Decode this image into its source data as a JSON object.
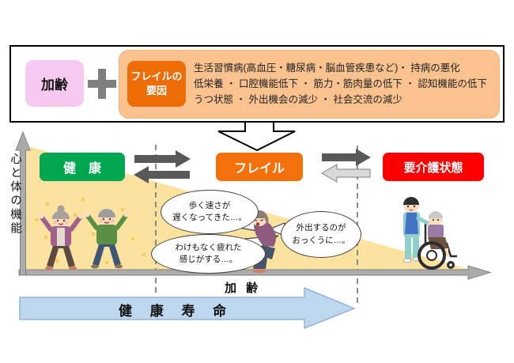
{
  "top_box": {
    "aging_label": "加齢",
    "plus_icon": "plus",
    "factor_badge": {
      "line1": "フレイルの",
      "line2": "要因"
    },
    "factors": [
      "生活習慣病(高血圧・糖尿病・脳血管疾患など)・ 持病の悪化",
      "低栄養 ・ 口腔機能低下 ・ 筋力・筋肉量の低下 ・ 認知機能の低下",
      "うつ状態 ・ 外出機会の減少 ・ 社会交流の減少"
    ]
  },
  "diagram": {
    "y_axis_label": "心と体の機能",
    "x_axis_label": "加 齢",
    "healthy_life_label": "健 康 寿 命",
    "stages": [
      {
        "label": "健　康",
        "color": "#00A650"
      },
      {
        "label": "フレイル",
        "color": "#F4700B"
      },
      {
        "label": "要介護状態",
        "color": "#FE0000"
      }
    ],
    "speech_bubbles": [
      {
        "line1": "歩く速さが",
        "line2": "遅くなってきた…。"
      },
      {
        "line1": "わけもなく疲れた",
        "line2": "感じがする…。"
      },
      {
        "line1": "外出するのが",
        "line2": "おっくうに…。"
      }
    ],
    "illustrations": [
      "healthy-elderly-woman",
      "healthy-elderly-man",
      "frail-woman-crouching",
      "caregiver-pushing-wheelchair"
    ]
  },
  "colors": {
    "aging_box_pink": "#F8C9F0",
    "factor_container_orange": "#FAC28F",
    "factor_badge_orange": "#ED6D05",
    "health_green": "#00A650",
    "frailty_orange": "#F4700B",
    "care_red": "#FE0000",
    "slope_yellow": "#FBE29E",
    "axis_gray": "#ABABAB",
    "dark_arrow": "#595959",
    "light_arrow": "#D9D9D9",
    "healthy_life_blue": "#BDD7EE"
  }
}
